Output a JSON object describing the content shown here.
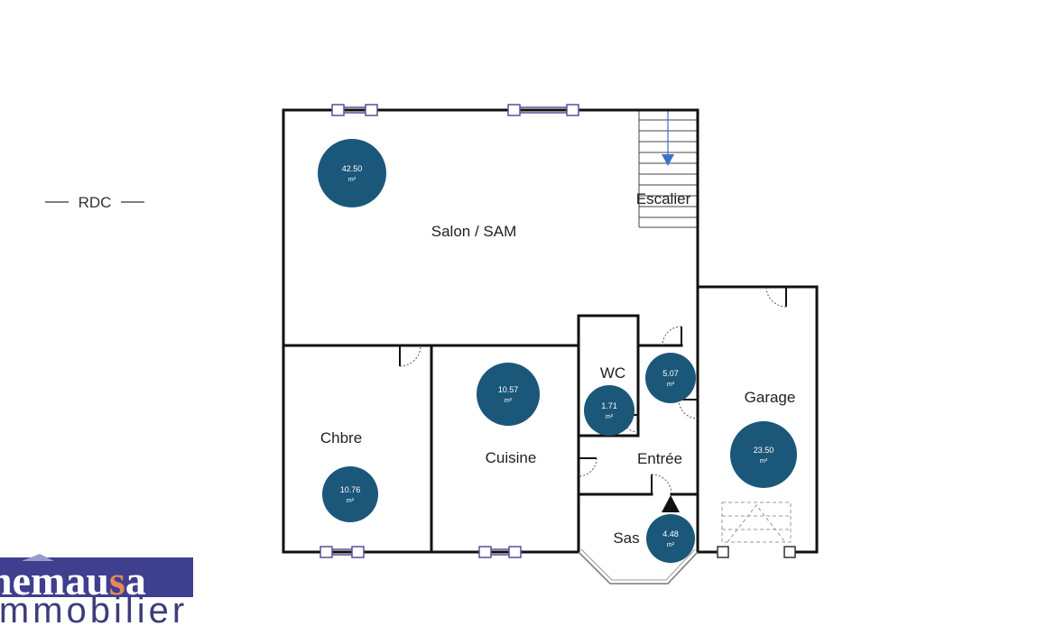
{
  "level": {
    "label": "RDC"
  },
  "colors": {
    "area_badge": "#1b5778",
    "wall": "#111111",
    "window": "#5b4f99",
    "stair_arrow": "#3a73c9",
    "logo_band": "#3f3f8f",
    "logo_accent": "#e6885c"
  },
  "rooms": [
    {
      "id": "salon",
      "name": "Salon / SAM",
      "area": "42.50",
      "unit": "m²"
    },
    {
      "id": "chbre",
      "name": "Chbre",
      "area": "10.76",
      "unit": "m²"
    },
    {
      "id": "cuisine",
      "name": "Cuisine",
      "area": "10.57",
      "unit": "m²"
    },
    {
      "id": "wc",
      "name": "WC",
      "area": "1.71",
      "unit": "m²"
    },
    {
      "id": "entree",
      "name": "Entrée",
      "area": "5.07",
      "unit": "m²"
    },
    {
      "id": "garage",
      "name": "Garage",
      "area": "23.50",
      "unit": "m²"
    },
    {
      "id": "sas",
      "name": "Sas",
      "area": "4.48",
      "unit": "m²"
    },
    {
      "id": "escalier",
      "name": "Escalier"
    }
  ],
  "logo": {
    "line1_a": "nemau",
    "line1_b": "s",
    "line1_c": "a",
    "line2": "immobilier",
    "icon": "house-roof-icon"
  }
}
